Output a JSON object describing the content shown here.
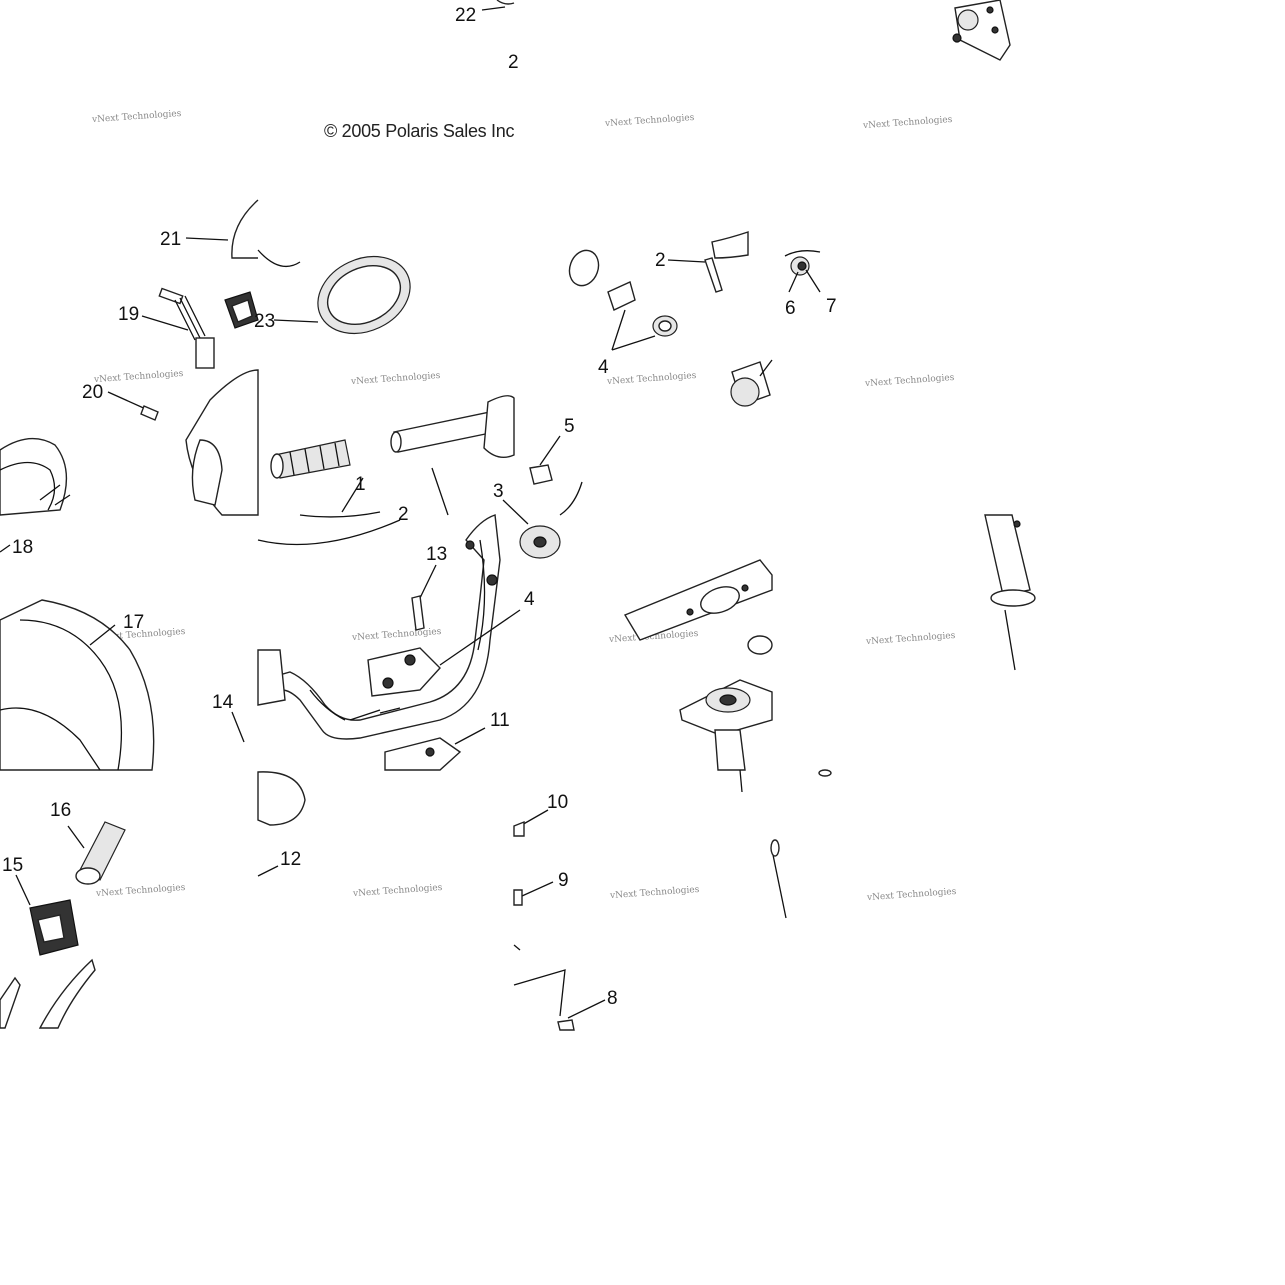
{
  "diagram": {
    "copyright": "© 2005 Polaris Sales Inc",
    "watermark": "vNext Technologies",
    "callouts": [
      {
        "id": "c22",
        "text": "22"
      },
      {
        "id": "c2-top",
        "text": "2"
      },
      {
        "id": "c21",
        "text": "21"
      },
      {
        "id": "c23",
        "text": "23"
      },
      {
        "id": "c19",
        "text": "19"
      },
      {
        "id": "c20",
        "text": "20"
      },
      {
        "id": "c1",
        "text": "1"
      },
      {
        "id": "c2-mid",
        "text": "2"
      },
      {
        "id": "c2-right",
        "text": "2"
      },
      {
        "id": "c4-top",
        "text": "4"
      },
      {
        "id": "c6",
        "text": "6"
      },
      {
        "id": "c7",
        "text": "7"
      },
      {
        "id": "c5",
        "text": "5"
      },
      {
        "id": "c3",
        "text": "3"
      },
      {
        "id": "c13",
        "text": "13"
      },
      {
        "id": "c4-mid",
        "text": "4"
      },
      {
        "id": "c18",
        "text": "18"
      },
      {
        "id": "c17",
        "text": "17"
      },
      {
        "id": "c14",
        "text": "14"
      },
      {
        "id": "c11",
        "text": "11"
      },
      {
        "id": "c10",
        "text": "10"
      },
      {
        "id": "c16",
        "text": "16"
      },
      {
        "id": "c15",
        "text": "15"
      },
      {
        "id": "c12",
        "text": "12"
      },
      {
        "id": "c9",
        "text": "9"
      },
      {
        "id": "c8",
        "text": "8"
      }
    ]
  }
}
